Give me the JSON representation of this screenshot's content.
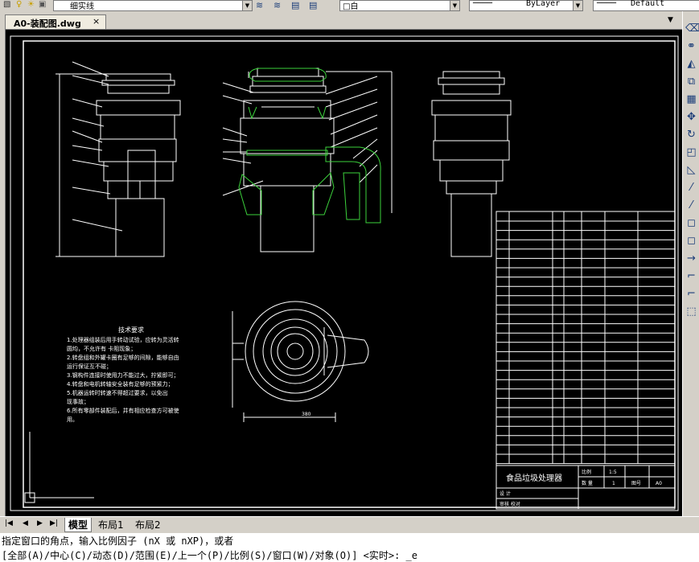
{
  "toolbar": {
    "layer_name": "细实线",
    "color_value": "□白",
    "linetype_value": "ByLayer",
    "plotstyle_value": "Default"
  },
  "document_tab": {
    "title": "A0-装配图.dwg",
    "close_glyph": "×"
  },
  "layout_tabs": [
    "模型",
    "布局1",
    "布局2"
  ],
  "command": {
    "history_line": "指定窗口的角点，输入比例因子 (nX 或 nXP)，或者",
    "prompt_line": "[全部(A)/中心(C)/动态(D)/范围(E)/上一个(P)/比例(S)/窗口(W)/对象(O)] <实时>: _e"
  },
  "drawing": {
    "title": "食品垃圾处理器",
    "tech_heading": "技术要求",
    "tech_lines": [
      "1.处理器组装后用手转动试验，应转为灵活转",
      "  圆均，不允许有  卡阻现象；",
      "2.转盘组和外罐卡圈有足够的间隙，能够自由",
      "  运行保证互不碰；",
      "3.钢构件连接时使用力不能过大，拧紧即可；",
      "4.转盘和电机转轴安全装有足够的预紧力；",
      "5.机器运转时转速不得超过要求，以免出",
      "  现事故；",
      "6.所有零部件装配后，并有相应检查方可被使",
      "  用。"
    ],
    "dim_bottom": "380",
    "scale_label": "比例",
    "scale_value": "1:5",
    "qty_label": "数 量",
    "qty_value": "1",
    "sheet_label": "图号",
    "sheet_value": "A0",
    "design_label": "设 计",
    "check_label": "审核 校对"
  },
  "colors": {
    "canvas_bg": "#000000",
    "line_white": "#ffffff",
    "hatch_green": "#3cd23c",
    "ui_gray": "#d4d0c8"
  },
  "icons": [
    "layer-icon",
    "lightbulb-icon",
    "sun-icon",
    "lock-icon",
    "color-swatch-icon",
    "erase-icon",
    "copy-icon",
    "mirror-icon",
    "offset-icon",
    "array-icon",
    "move-icon",
    "rotate-icon",
    "scale-icon",
    "stretch-icon",
    "trim-icon",
    "extend-icon",
    "break-icon",
    "join-icon",
    "chamfer-icon",
    "fillet-icon",
    "explode-icon"
  ]
}
